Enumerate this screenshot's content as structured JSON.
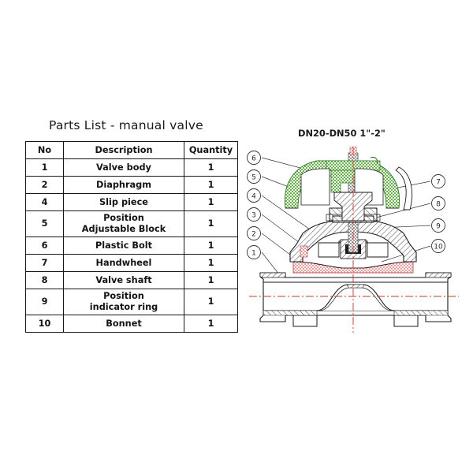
{
  "parts_list": {
    "title": "Parts List - manual valve",
    "columns": [
      "No",
      "Description",
      "Quantity"
    ],
    "rows": [
      {
        "no": "1",
        "description": "Valve body",
        "description_line1": "Valve body",
        "description_line2": "",
        "quantity": "1"
      },
      {
        "no": "2",
        "description": "Diaphragm",
        "description_line1": "Diaphragm",
        "description_line2": "",
        "quantity": "1"
      },
      {
        "no": "4",
        "description": "Slip piece",
        "description_line1": "Slip piece",
        "description_line2": "",
        "quantity": "1"
      },
      {
        "no": "5",
        "description": "Position Adjustable Block",
        "description_line1": "Position",
        "description_line2": "Adjustable Block",
        "quantity": "1"
      },
      {
        "no": "6",
        "description": "Plastic Bolt",
        "description_line1": "Plastic Bolt",
        "description_line2": "",
        "quantity": "1"
      },
      {
        "no": "7",
        "description": "Handwheel",
        "description_line1": "Handwheel",
        "description_line2": "",
        "quantity": "1"
      },
      {
        "no": "8",
        "description": "Valve shaft",
        "description_line1": "Valve shaft",
        "description_line2": "",
        "quantity": "1"
      },
      {
        "no": "9",
        "description": "Position indicator ring",
        "description_line1": "Position",
        "description_line2": "indicator ring",
        "quantity": "1"
      },
      {
        "no": "10",
        "description": "Bonnet",
        "description_line1": "Bonnet",
        "description_line2": "",
        "quantity": "1"
      }
    ]
  },
  "drawing": {
    "title": "DN20-DN50  1\"-2\"",
    "callouts_left": [
      "6",
      "5",
      "4",
      "3",
      "2",
      "1"
    ],
    "callouts_right": [
      "7",
      "8",
      "9",
      "10"
    ],
    "colors": {
      "handwheel_green": "#6ab04c",
      "diaphragm_red": "#e8a0a0",
      "centerline_red": "#c0392b",
      "outline_black": "#1a1a1a",
      "stem_gray": "#8a8a8a"
    }
  }
}
